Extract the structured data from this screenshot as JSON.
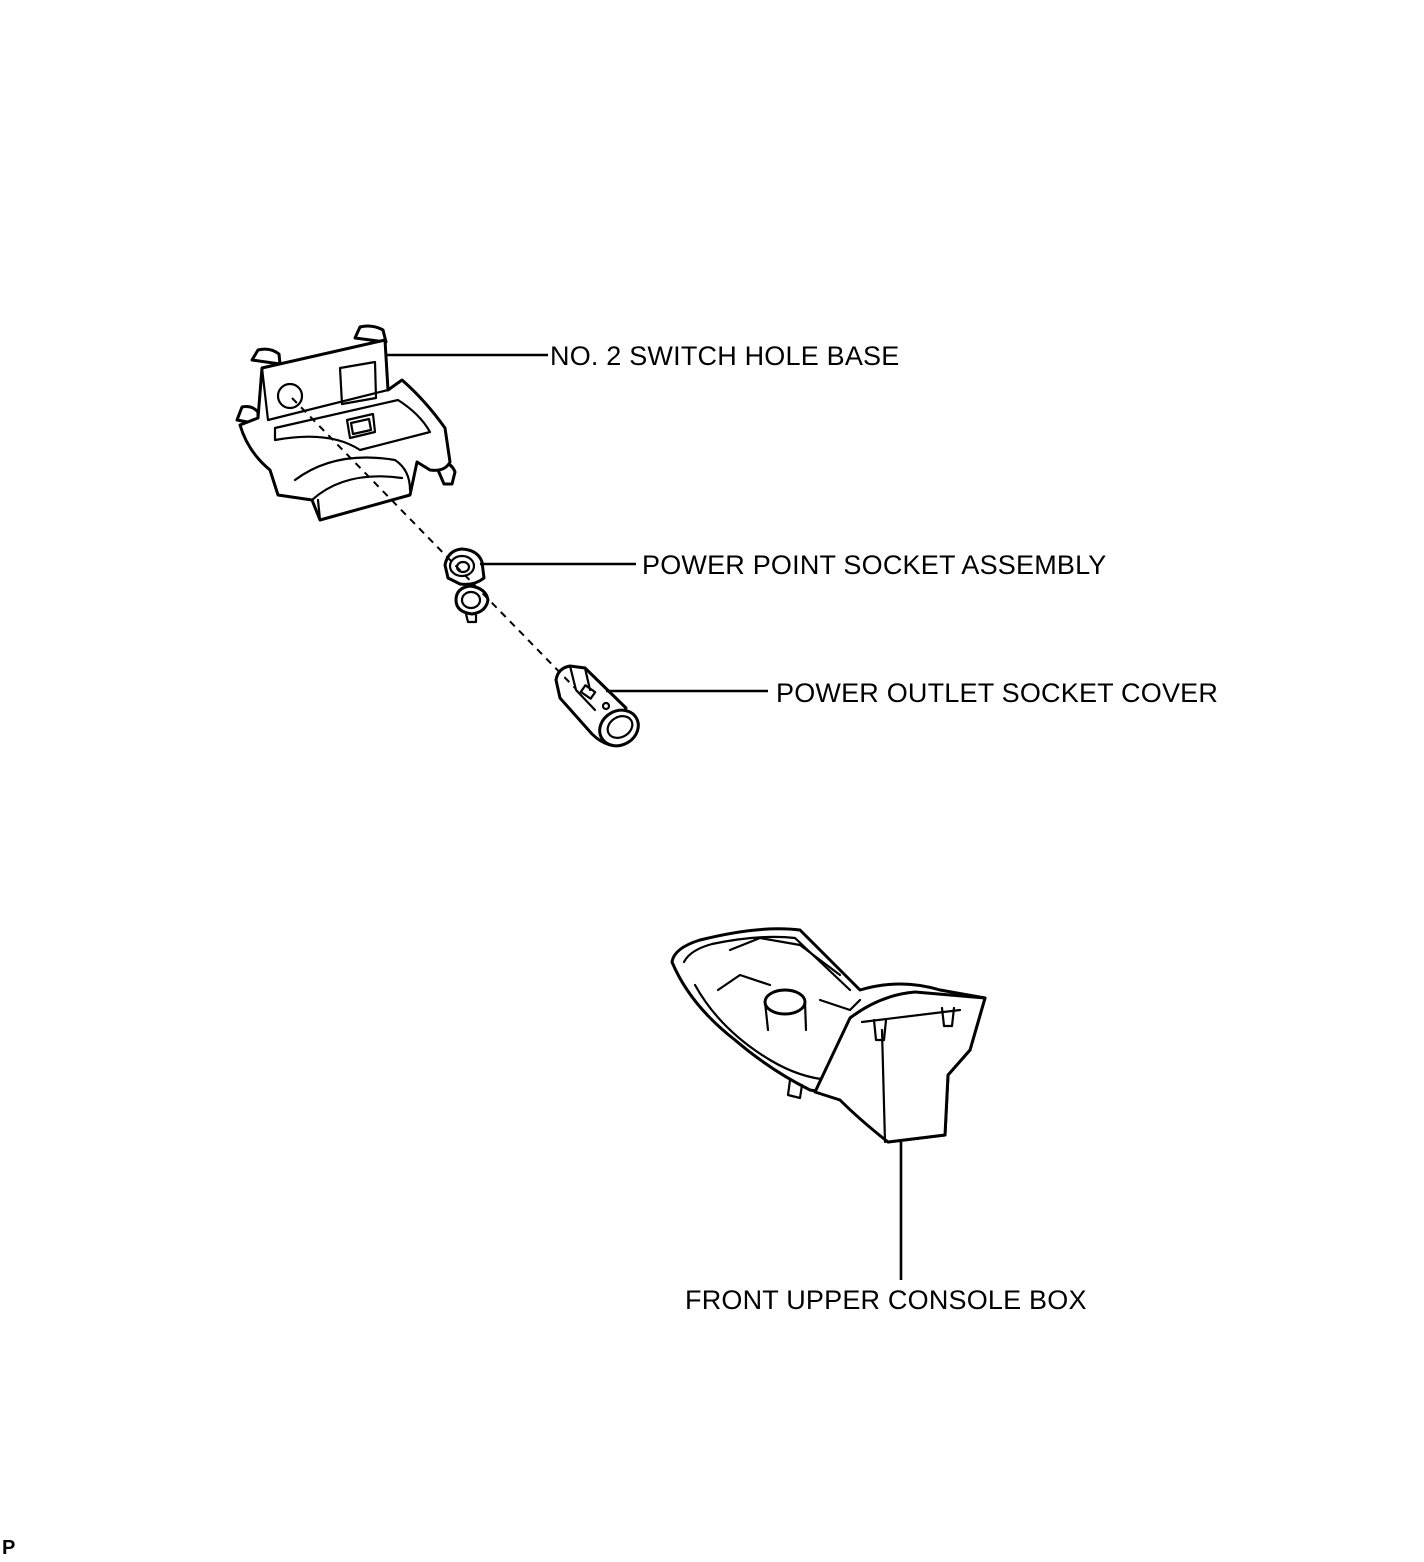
{
  "labels": {
    "switch_hole_base": "NO. 2 SWITCH HOLE BASE",
    "power_point_socket": "POWER POINT SOCKET ASSEMBLY",
    "power_outlet_cover": "POWER OUTLET SOCKET COVER",
    "console_box": "FRONT UPPER CONSOLE BOX"
  },
  "corner_code": "P"
}
